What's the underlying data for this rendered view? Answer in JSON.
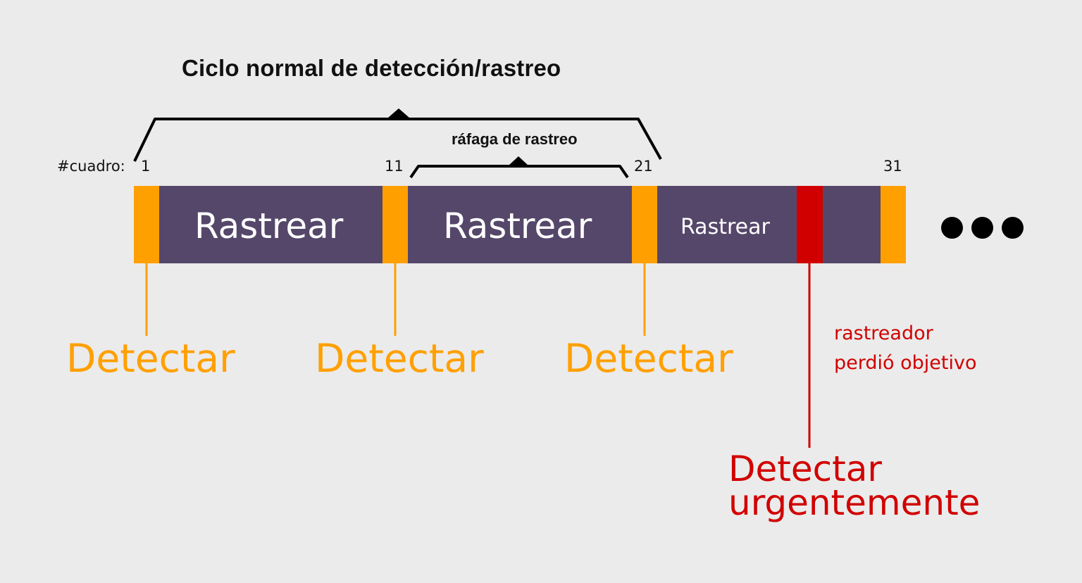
{
  "title": "Ciclo normal de detección/rastreo",
  "burst_label": "ráfaga de rastreo",
  "frame_label": "#cuadro:",
  "frame_numbers": [
    "1",
    "11",
    "21",
    "31"
  ],
  "segments": {
    "track_1": "Rastrear",
    "track_2": "Rastrear",
    "track_3": "Rastrear"
  },
  "detect_labels": [
    "Detectar",
    "Detectar",
    "Detectar"
  ],
  "lost_note": [
    "rastreador",
    "perdió objetivo"
  ],
  "urgent_detect": [
    "Detectar",
    "urgentemente"
  ],
  "more_indicator": "ellipsis-dots",
  "colors": {
    "background": "#ebebeb",
    "track": "#55476a",
    "detect": "#ffa000",
    "urgent": "#d10000",
    "bracket": "#000000"
  }
}
